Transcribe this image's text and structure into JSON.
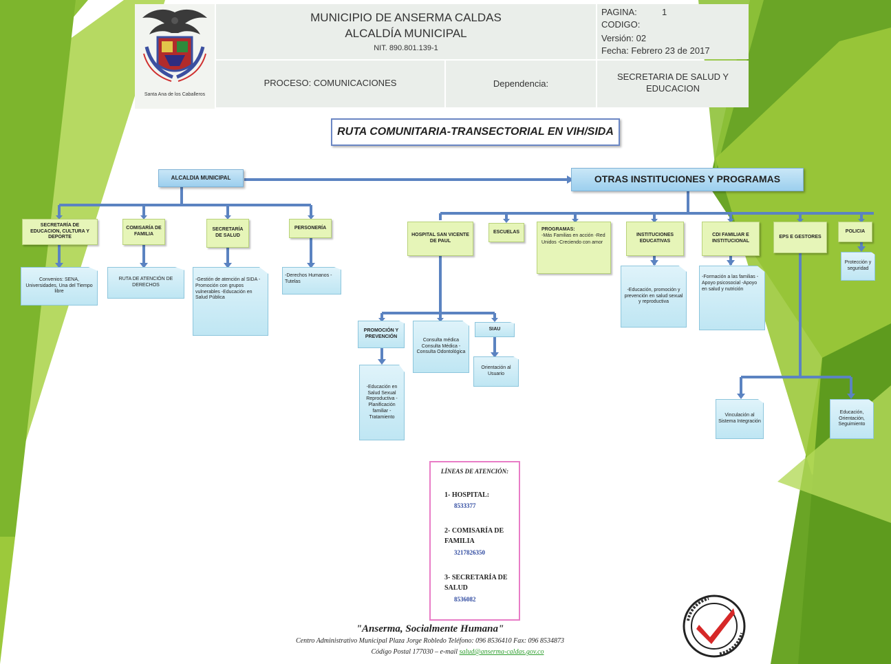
{
  "header": {
    "municipality": "MUNICIPIO DE ANSERMA CALDAS",
    "alcaldia": "ALCALDÍA MUNICIPAL",
    "nit": "NIT. 890.801.139-1",
    "pagina_label": "PAGINA:",
    "pagina_value": "1",
    "codigo_label": "CODIGO:",
    "version": "Versión: 02",
    "fecha": "Fecha: Febrero 23 de 2017",
    "proceso": "PROCESO: COMUNICACIONES",
    "dependencia_label": "Dependencia:",
    "dependencia_value": "SECRETARIA DE SALUD Y EDUCACION",
    "logo_caption": "Santa Ana de los Caballeros"
  },
  "diagram": {
    "title": "RUTA COMUNITARIA-TRANSECTORIAL EN VIH/SIDA",
    "left_root": "ALCALDIA MUNICIPAL",
    "right_root": "OTRAS INSTITUCIONES Y PROGRAMAS",
    "left_children": [
      {
        "label": "SECRETARÍA DE EDUCACION, CULTURA Y DEPORTE",
        "detail": "Convenios: SENA, Universidades, Una del Tiempo libre"
      },
      {
        "label": "COMISARÍA DE FAMILIA",
        "detail": "RUTA DE ATENCIÓN DE DERECHOS"
      },
      {
        "label": "SECRETARÍA DE SALUD",
        "detail": "-Gestión de atención al SIDA -Promoción con grupos vulnerables -Educación en Salud Pública"
      },
      {
        "label": "PERSONERÍA",
        "detail": "-Derechos Humanos -Tutelas"
      }
    ],
    "right_children": [
      {
        "label": "HOSPITAL SAN VICENTE DE PAUL"
      },
      {
        "label": "ESCUELAS"
      },
      {
        "label": "PROGRAMAS:",
        "detail": "-Más Familias en acción -Red Unidos -Creciendo con amor"
      },
      {
        "label": "INSTITUCIONES EDUCATIVAS",
        "detail": "-Educación, promoción y prevención en salud sexual y reproductiva"
      },
      {
        "label": "CDI FAMILIAR E INSTITUCIONAL",
        "detail": "-Formación a las familias -Apoyo psicosocial -Apoyo en salud y nutrición"
      },
      {
        "label": "EPS E GESTORES"
      },
      {
        "label": "POLICIA",
        "detail": "Protección y seguridad"
      }
    ],
    "hospital_children": [
      {
        "label": "PROMOCIÓN Y PREVENCIÓN",
        "detail": "-Educación en Salud Sexual Reproductiva -Planificación familiar -Tratamiento"
      },
      {
        "label": "Consulta médica Consulta Médica -Consulta Odontológica"
      },
      {
        "label": "SIAU",
        "detail": "Orientación al Usuario"
      }
    ],
    "eps_children": [
      {
        "label": "Vinculación al Sistema Integración"
      },
      {
        "label": "Educación, Orientación, Seguimiento"
      }
    ]
  },
  "contact": {
    "title": "LÍNEAS DE ATENCIÓN:",
    "items": [
      {
        "label": "1- HOSPITAL:",
        "number": "8533377"
      },
      {
        "label": "2- COMISARÍA DE FAMILIA",
        "number": "3217826350"
      },
      {
        "label": "3- SECRETARÍA DE SALUD",
        "number": "8536082"
      }
    ]
  },
  "footer": {
    "slogan": "\"Anserma, Socialmente Humana\"",
    "address": "Centro Administrativo Municipal Plaza Jorge Robledo Teléfono: 096 8536410 Fax: 096 8534873",
    "postal": "Código Postal 177030 – e-mail",
    "email": "salud@anserma-caldas.gov.co"
  },
  "colors": {
    "green_dark": "#5e9b1e",
    "green_light": "#9cc93b",
    "box_blue": "#bfe6f3",
    "box_green": "#e6f5b8",
    "connector": "#5b83c1",
    "contact_border": "#e87cc6"
  }
}
